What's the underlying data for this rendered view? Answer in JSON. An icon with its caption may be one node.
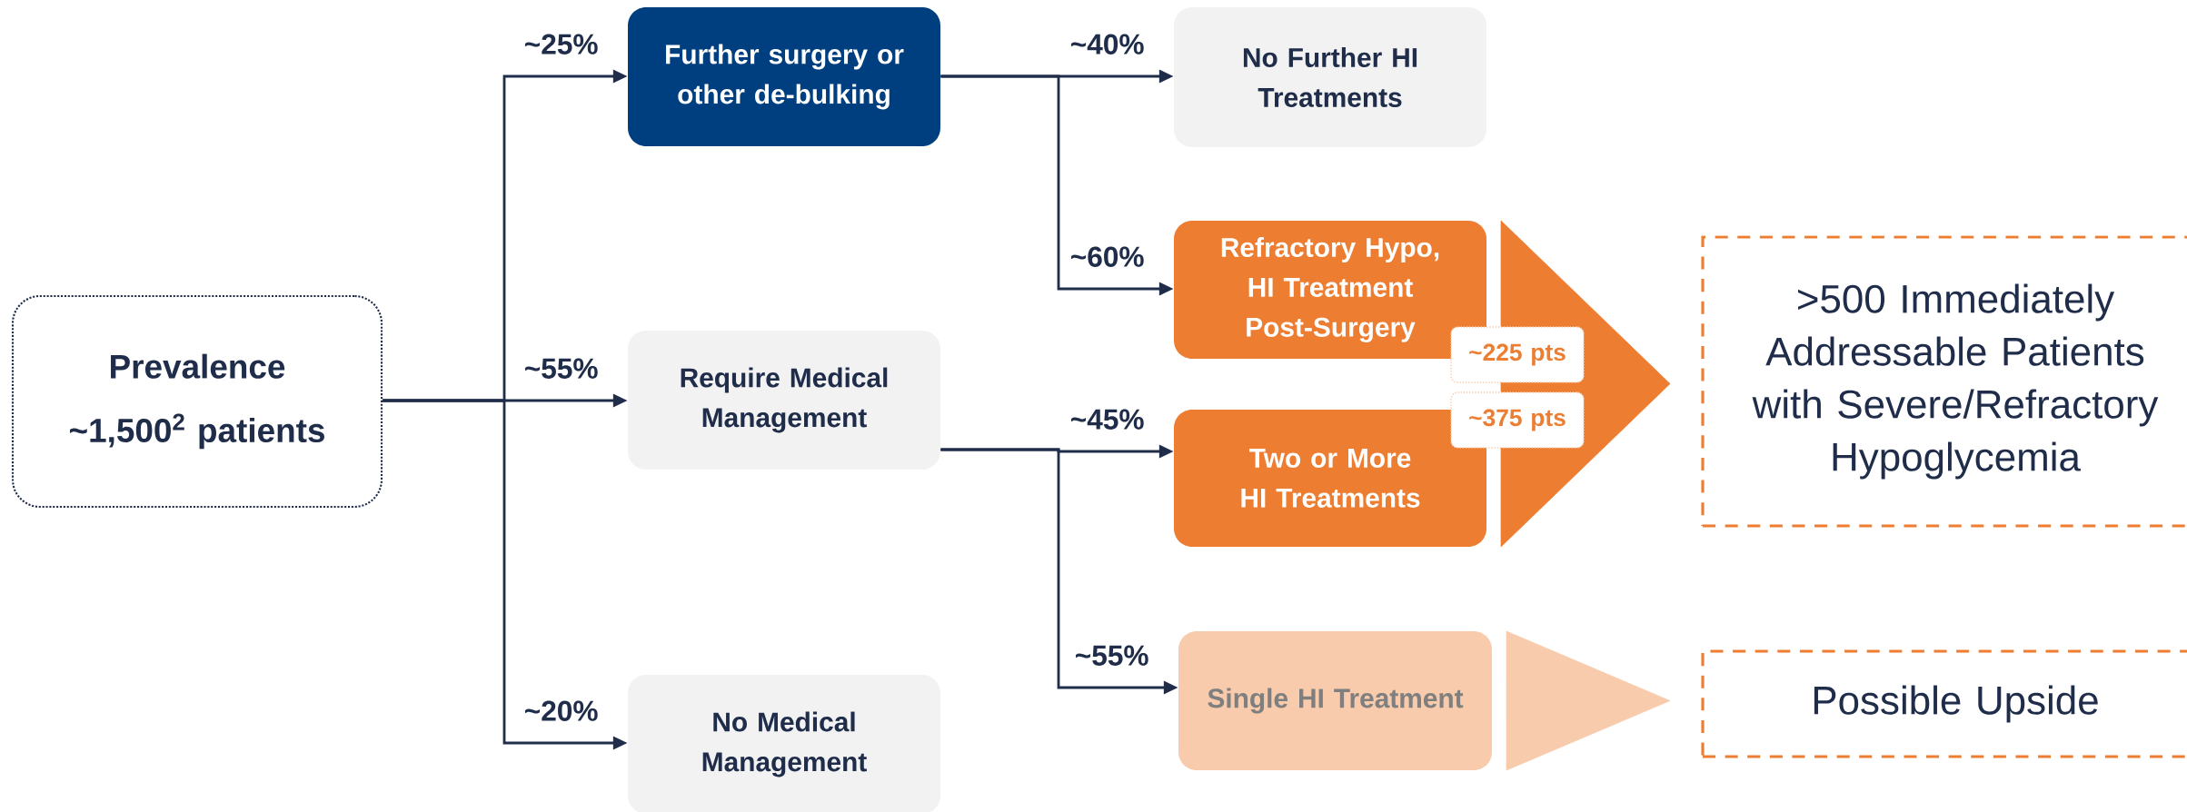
{
  "diagram": {
    "nodes": [
      {
        "text": [
          "Prevalence",
          "~1,500$^{2}$ patients"
        ]
      },
      {
        "text": [
          "Further surgery or other de-bulking"
        ]
      },
      {
        "text": [
          "Require Medical Management"
        ]
      },
      {
        "text": [
          "No Medical Management"
        ]
      },
      {
        "text": [
          "No Further HI Treatments"
        ]
      },
      {
        "text": [
          "Refractory Hypo, HI Treatment Post-Surgery"
        ]
      },
      {
        "text": [
          "Two or More HI Treatments"
        ]
      },
      {
        "text": [
          "Single HI Treatment"
        ]
      },
      {
        "text": [
          "~225 pts"
        ]
      },
      {
        "text": [
          "~375 pts"
        ]
      },
      {
        "text": [
          ">500 Immediately Addressable Patients with Severe/Refractory Hypoglycemia"
        ]
      },
      {
        "text": [
          "Possible Upside"
        ]
      }
    ],
    "edges": [
      {
        "from": 0,
        "to": 1,
        "arrow": "to",
        "label": "~25%"
      },
      {
        "from": 0,
        "to": 2,
        "arrow": "to",
        "label": "~55%"
      },
      {
        "from": 0,
        "to": 3,
        "arrow": "to",
        "label": "~20%"
      },
      {
        "from": 1,
        "to": 4,
        "arrow": "to",
        "label": "~40%"
      },
      {
        "from": 1,
        "to": 5,
        "arrow": "to",
        "label": "~60%"
      },
      {
        "from": 2,
        "to": 6,
        "arrow": "to",
        "label": "~45%"
      },
      {
        "from": 2,
        "to": 7,
        "arrow": "to",
        "label": "~55%"
      },
      {
        "from": 5,
        "to": 10,
        "arrow": "to",
        "style": "thick",
        "color": "#ed7d31"
      },
      {
        "from": 6,
        "to": 10,
        "arrow": "to",
        "style": "thick",
        "color": "#ed7d31"
      },
      {
        "from": 7,
        "to": 11,
        "arrow": "to",
        "style": "thick",
        "color": "#f8cbad"
      }
    ]
  }
}
